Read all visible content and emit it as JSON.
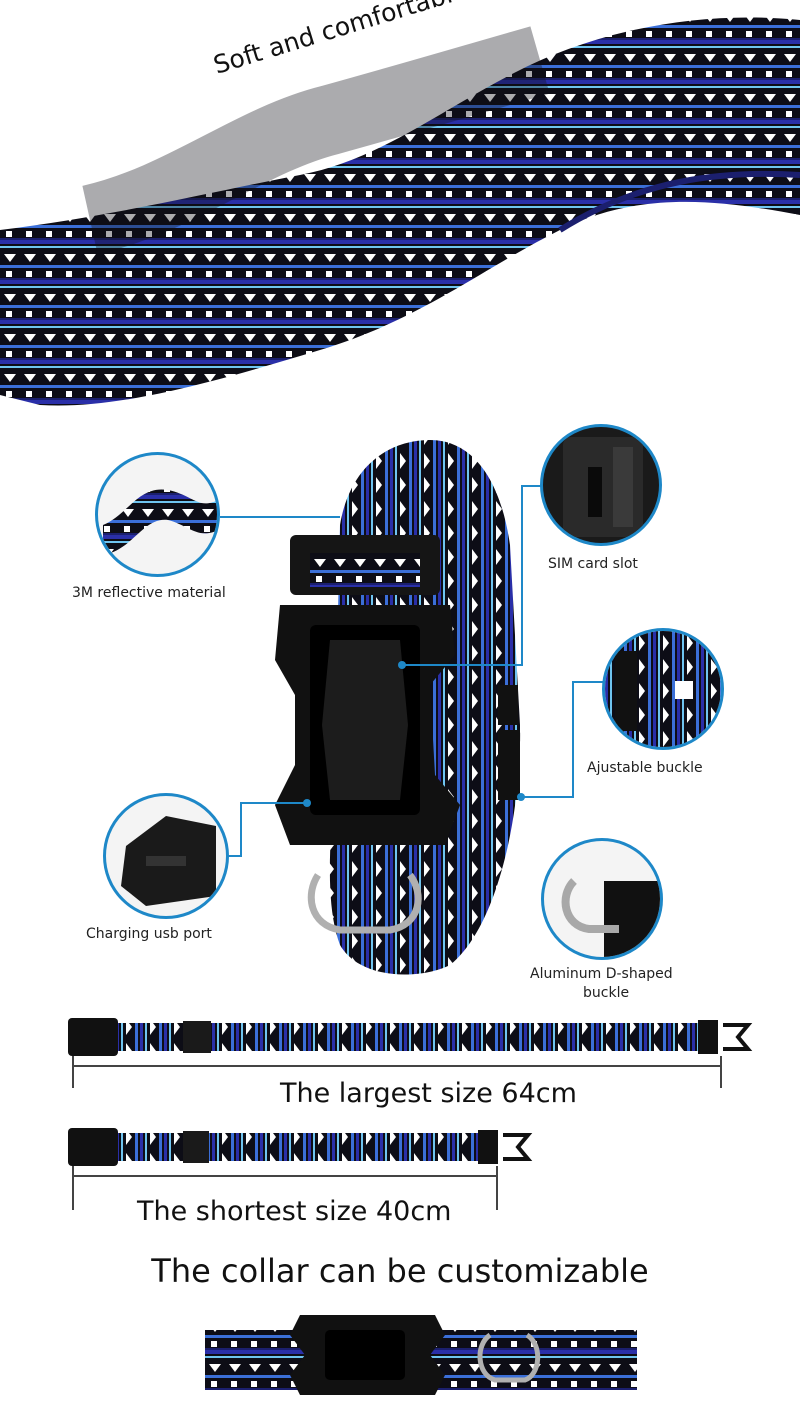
{
  "headline": "Soft and comfortable",
  "features": {
    "reflective": "3M reflective material",
    "sim": "SIM card slot",
    "adjustable": "Ajustable buckle",
    "charging": "Charging usb port",
    "d_buckle_line1": "Aluminum D-shaped",
    "d_buckle_line2": "buckle"
  },
  "sizes": {
    "largest": "The largest size 64cm",
    "shortest": "The shortest size 40cm"
  },
  "custom_title": "The collar can be customizable",
  "colors": {
    "accent_line": "#1e88c8",
    "pattern_navy": "#1b1f6e",
    "pattern_black": "#0d0d16",
    "pattern_blue": "#3b6fd8",
    "pattern_light": "#6fc4f0"
  }
}
